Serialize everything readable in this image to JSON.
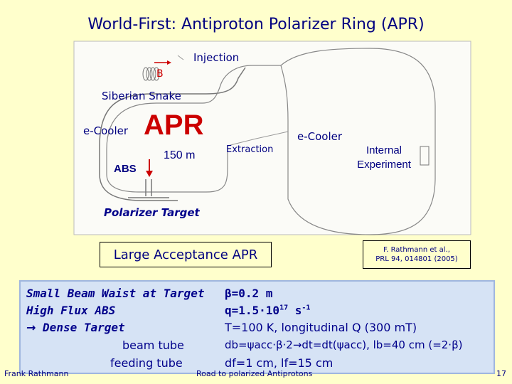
{
  "title": "World-First: Antiproton Polarizer Ring (APR)",
  "diagram": {
    "injection": "Injection",
    "b_vector": "B",
    "siberian_snake": "Siberian Snake",
    "e_cooler_left": "e-Cooler",
    "apr": "APR",
    "abs": "ABS",
    "distance": "150 m",
    "extraction": "Extraction",
    "e_cooler_right": "e-Cooler",
    "internal_experiment_line1": "Internal",
    "internal_experiment_line2": "Experiment",
    "polarizer_target": "Polarizer Target"
  },
  "large_acceptance": "Large Acceptance APR",
  "reference": {
    "line1": "F. Rathmann et al.,",
    "line2": "PRL 94, 014801 (2005)"
  },
  "left_items": {
    "item1": "Small Beam Waist at Target",
    "item2": "High Flux ABS",
    "item3_arrow": "→",
    "item3_text": "Dense Target",
    "beam_tube": "beam tube",
    "feeding_tube": "feeding tube"
  },
  "right_items": {
    "beta": "β=0.2 m",
    "q_prefix": "q=1.5·10",
    "q_exp": "17",
    "q_unit": " s",
    "q_unit_exp": "-1",
    "temp": "T=100 K, longitudinal Q (300 mT)",
    "db_text": "db=ψacc·β·2→dt=dt(ψacc), lb=40 cm (=2·β)",
    "df_text": "df=1 cm, lf=15 cm"
  },
  "footer": {
    "author": "Frank Rathmann",
    "center": "Road to polarized Antiprotons",
    "page": "17"
  },
  "colors": {
    "background": "#ffffcc",
    "text_blue": "#000080",
    "accent_red": "#cc0000",
    "info_box": "#d6e3f5"
  }
}
